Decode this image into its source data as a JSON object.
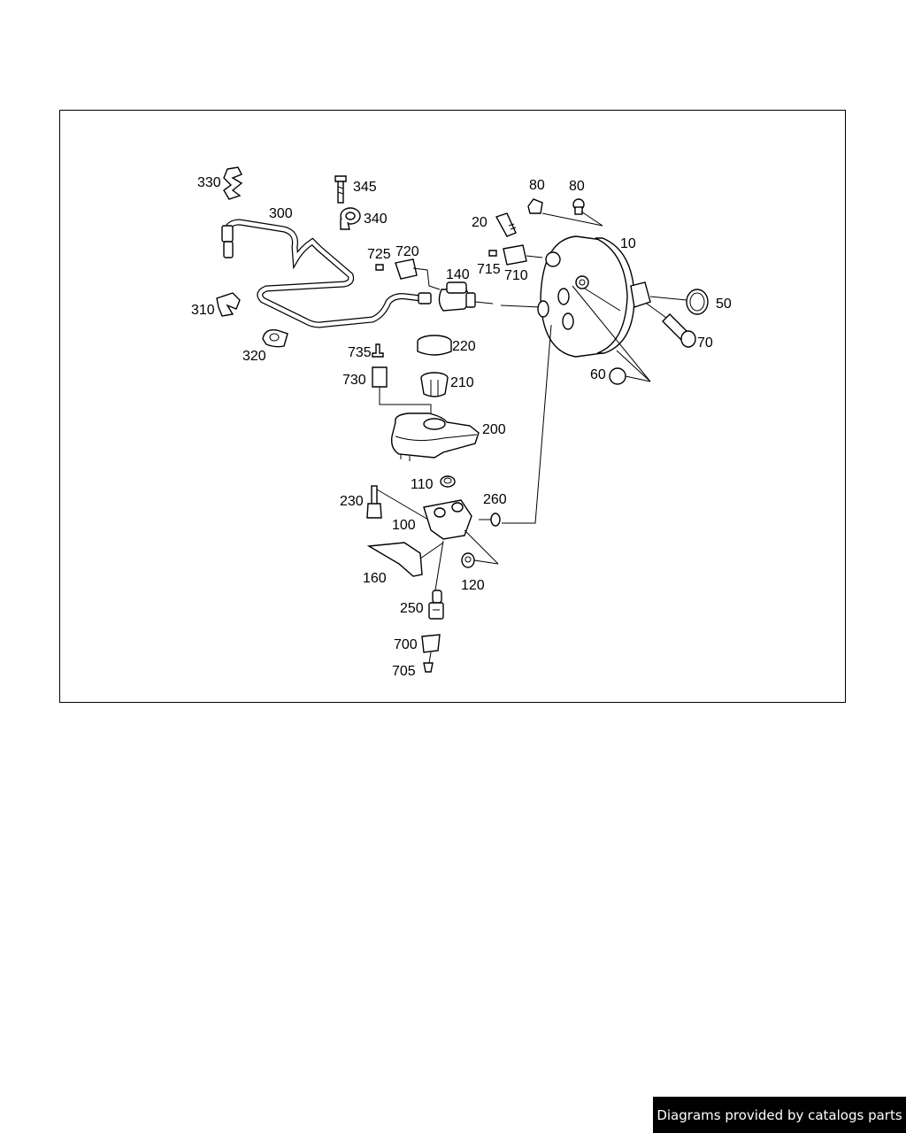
{
  "footer": {
    "credit": "Diagrams provided by catalogs parts"
  },
  "callouts": {
    "p330": "330",
    "p345": "345",
    "p340": "340",
    "p300": "300",
    "p310": "310",
    "p320": "320",
    "p725": "725",
    "p720": "720",
    "p140": "140",
    "p20": "20",
    "p80a": "80",
    "p80b": "80",
    "p10": "10",
    "p715": "715",
    "p710": "710",
    "p50": "50",
    "p70": "70",
    "p60": "60",
    "p735": "735",
    "p730": "730",
    "p220": "220",
    "p210": "210",
    "p200": "200",
    "p110": "110",
    "p230": "230",
    "p100": "100",
    "p260": "260",
    "p160": "160",
    "p120": "120",
    "p250": "250",
    "p700": "700",
    "p705": "705"
  },
  "colors": {
    "line": "#000000",
    "background": "#ffffff",
    "banner": "#000000",
    "banner_text": "#ffffff"
  }
}
